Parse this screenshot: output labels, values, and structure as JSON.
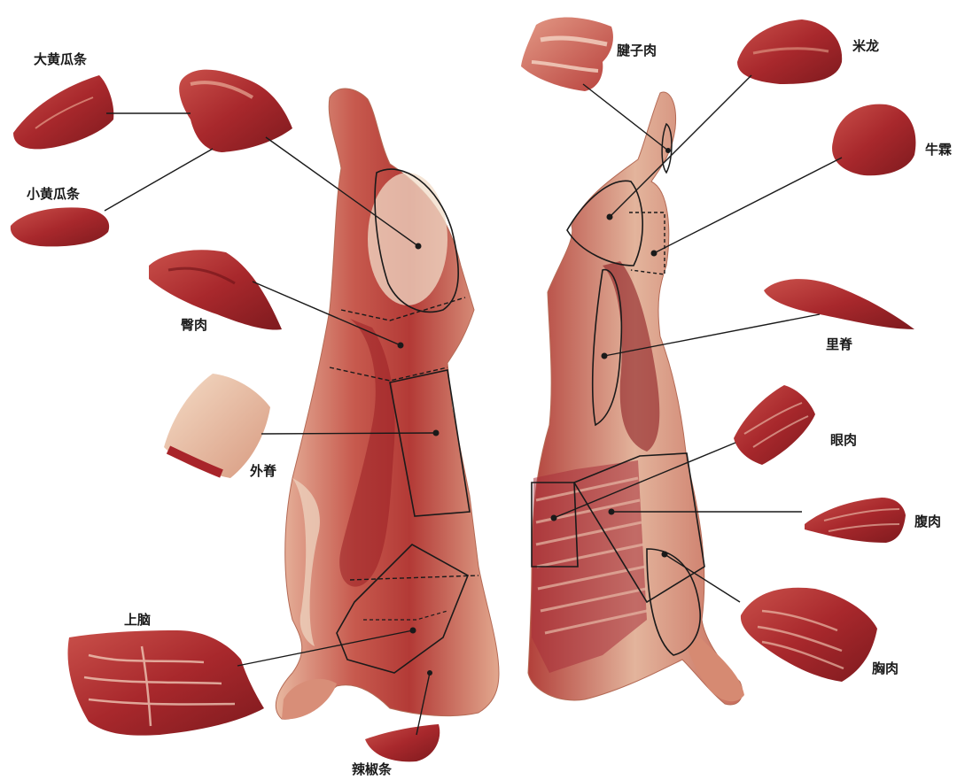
{
  "labels": {
    "da_huanggua_tiao": "大黄瓜条",
    "xiao_huanggua_tiao": "小黄瓜条",
    "tun_rou": "臀肉",
    "wai_ji": "外脊",
    "shang_nao": "上脑",
    "la_jiao_tiao": "辣椒条",
    "jian_zi_rou": "腱子肉",
    "mi_long": "米龙",
    "niu_lin": "牛霖",
    "li_ji": "里脊",
    "yan_rou": "眼肉",
    "fu_rou": "腹肉",
    "xiong_rou": "胸肉"
  },
  "colors": {
    "background": "#ffffff",
    "meat_dark": "#8e1f22",
    "meat_mid": "#b8383a",
    "meat_light": "#d97a6a",
    "fat": "#efd0b8",
    "leader_line": "#1a1a1a"
  }
}
